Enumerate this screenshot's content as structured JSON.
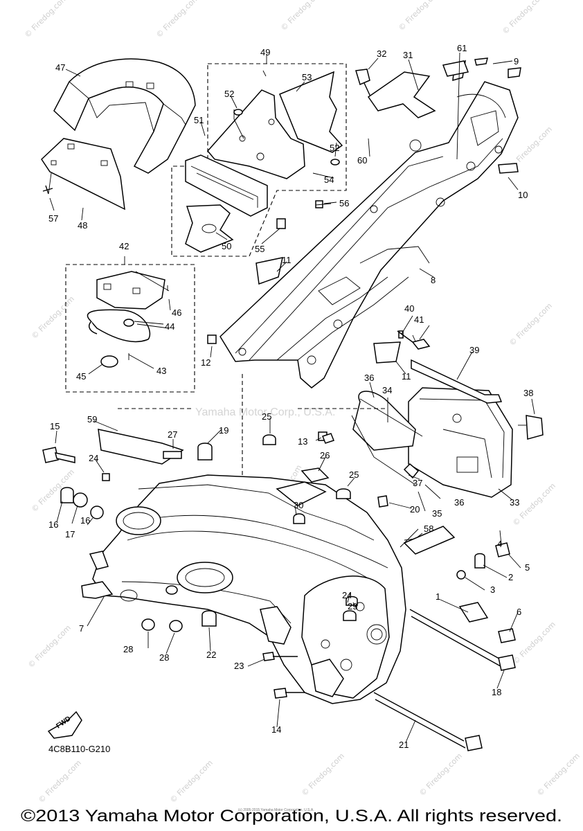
{
  "diagram": {
    "callouts": [
      "1",
      "2",
      "3",
      "4",
      "5",
      "6",
      "7",
      "8",
      "9",
      "10",
      "11",
      "11",
      "12",
      "13",
      "14",
      "15",
      "16",
      "16",
      "17",
      "18",
      "19",
      "20",
      "21",
      "22",
      "23",
      "24",
      "24",
      "25",
      "25",
      "26",
      "27",
      "28",
      "28",
      "29",
      "30",
      "31",
      "32",
      "33",
      "34",
      "35",
      "36",
      "36",
      "37",
      "38",
      "39",
      "40",
      "41",
      "42",
      "43",
      "44",
      "45",
      "46",
      "47",
      "48",
      "49",
      "50",
      "51",
      "52",
      "52",
      "53",
      "54",
      "55",
      "56",
      "57",
      "58",
      "59",
      "60",
      "61"
    ],
    "diagram_code": "4C8B110-G210",
    "fwd_label": "FWD",
    "watermark_site": "© Firedog.com",
    "watermark_center": "Yamaha Motor Corp., U.S.A.",
    "fine_print": "(c) 2005-2015 Yamaha Motor Corporation, U.S.A.",
    "copyright": "©2013 Yamaha Motor Corporation, U.S.A. All rights reserved."
  }
}
